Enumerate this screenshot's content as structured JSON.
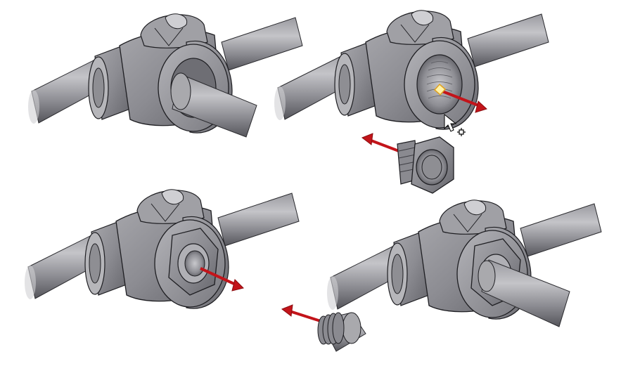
{
  "figure": {
    "panels": [
      {
        "id": "tee-pipe-assembled",
        "step": 1
      },
      {
        "id": "tee-hole-with-insert-axis",
        "step": 2
      },
      {
        "id": "tee-with-bushing-and-axis",
        "step": 3
      },
      {
        "id": "tee-final-assembly",
        "step": 4
      }
    ],
    "parts": [
      "bushing",
      "threaded-plug"
    ],
    "colors": {
      "metal_light": "#b9b9bd",
      "metal_mid": "#8e8e93",
      "metal_dark": "#56565c",
      "edge": "#1e1e22",
      "arrow": "#c3141a",
      "arrow_dark": "#8a0d10",
      "highlight": "#fff3a8",
      "background": "#ffffff"
    },
    "icons": [
      "mouse-cursor-icon",
      "move-crosshair-icon",
      "insert-point-icon"
    ]
  }
}
